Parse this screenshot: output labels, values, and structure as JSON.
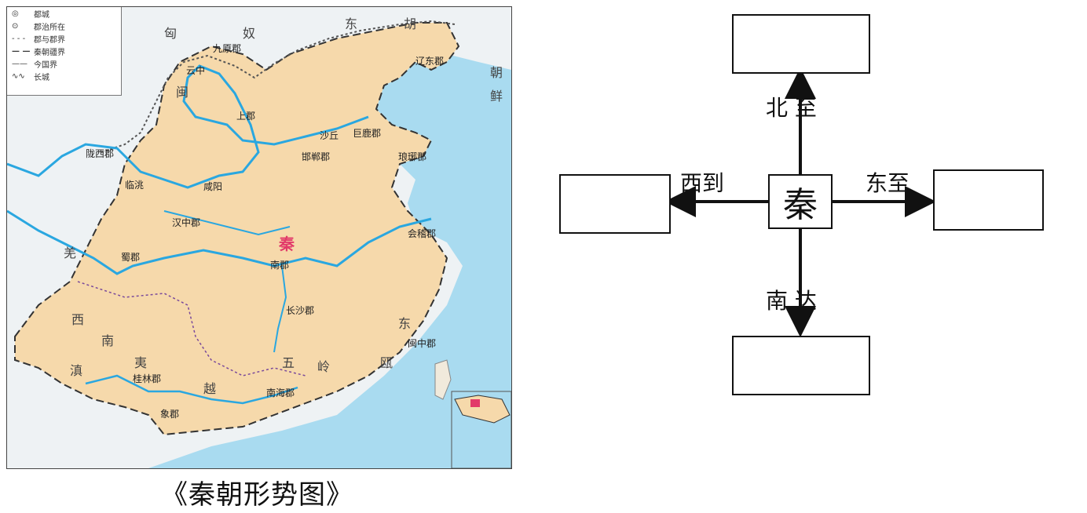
{
  "map": {
    "caption": "《秦朝形势图》",
    "legend": [
      {
        "icon": "capital-symbol-icon",
        "label": "都城"
      },
      {
        "icon": "commandery-seat-icon",
        "label": "郡治所在"
      },
      {
        "icon": "dashed-fine-line-icon",
        "label": "郡与郡界"
      },
      {
        "icon": "dashed-bold-line-icon",
        "label": "秦朝疆界"
      },
      {
        "icon": "solid-line-icon",
        "label": "今国界"
      },
      {
        "icon": "great-wall-icon",
        "label": "长城"
      }
    ],
    "regions": [
      "匈",
      "奴",
      "东",
      "胡",
      "朝",
      "鲜",
      "羌",
      "西",
      "南",
      "夷",
      "滇",
      "越",
      "东",
      "瓯",
      "闽",
      "五",
      "岭"
    ],
    "commanderies": [
      "九原郡",
      "云中",
      "辽东郡",
      "上郡",
      "陇西郡",
      "临洮",
      "咸阳",
      "沙丘",
      "巨鹿郡",
      "邯郸郡",
      "琅琊郡",
      "汉中郡",
      "会稽郡",
      "蜀郡",
      "南郡",
      "长沙郡",
      "闽中郡",
      "桂林郡",
      "南海郡",
      "象郡"
    ],
    "center_label": "秦",
    "colors": {
      "territory": "#f6d9ab",
      "sea": "#9fd6ee",
      "land_outside": "#eef2f4",
      "river": "#2aa7e0",
      "qin_accent": "#e23a6a"
    }
  },
  "diagram": {
    "center": "秦",
    "north_label": "北 至",
    "south_label": "南 达",
    "west_label": "西到",
    "east_label": "东至",
    "boxes": {
      "north": "",
      "south": "",
      "west": "",
      "east": ""
    }
  }
}
